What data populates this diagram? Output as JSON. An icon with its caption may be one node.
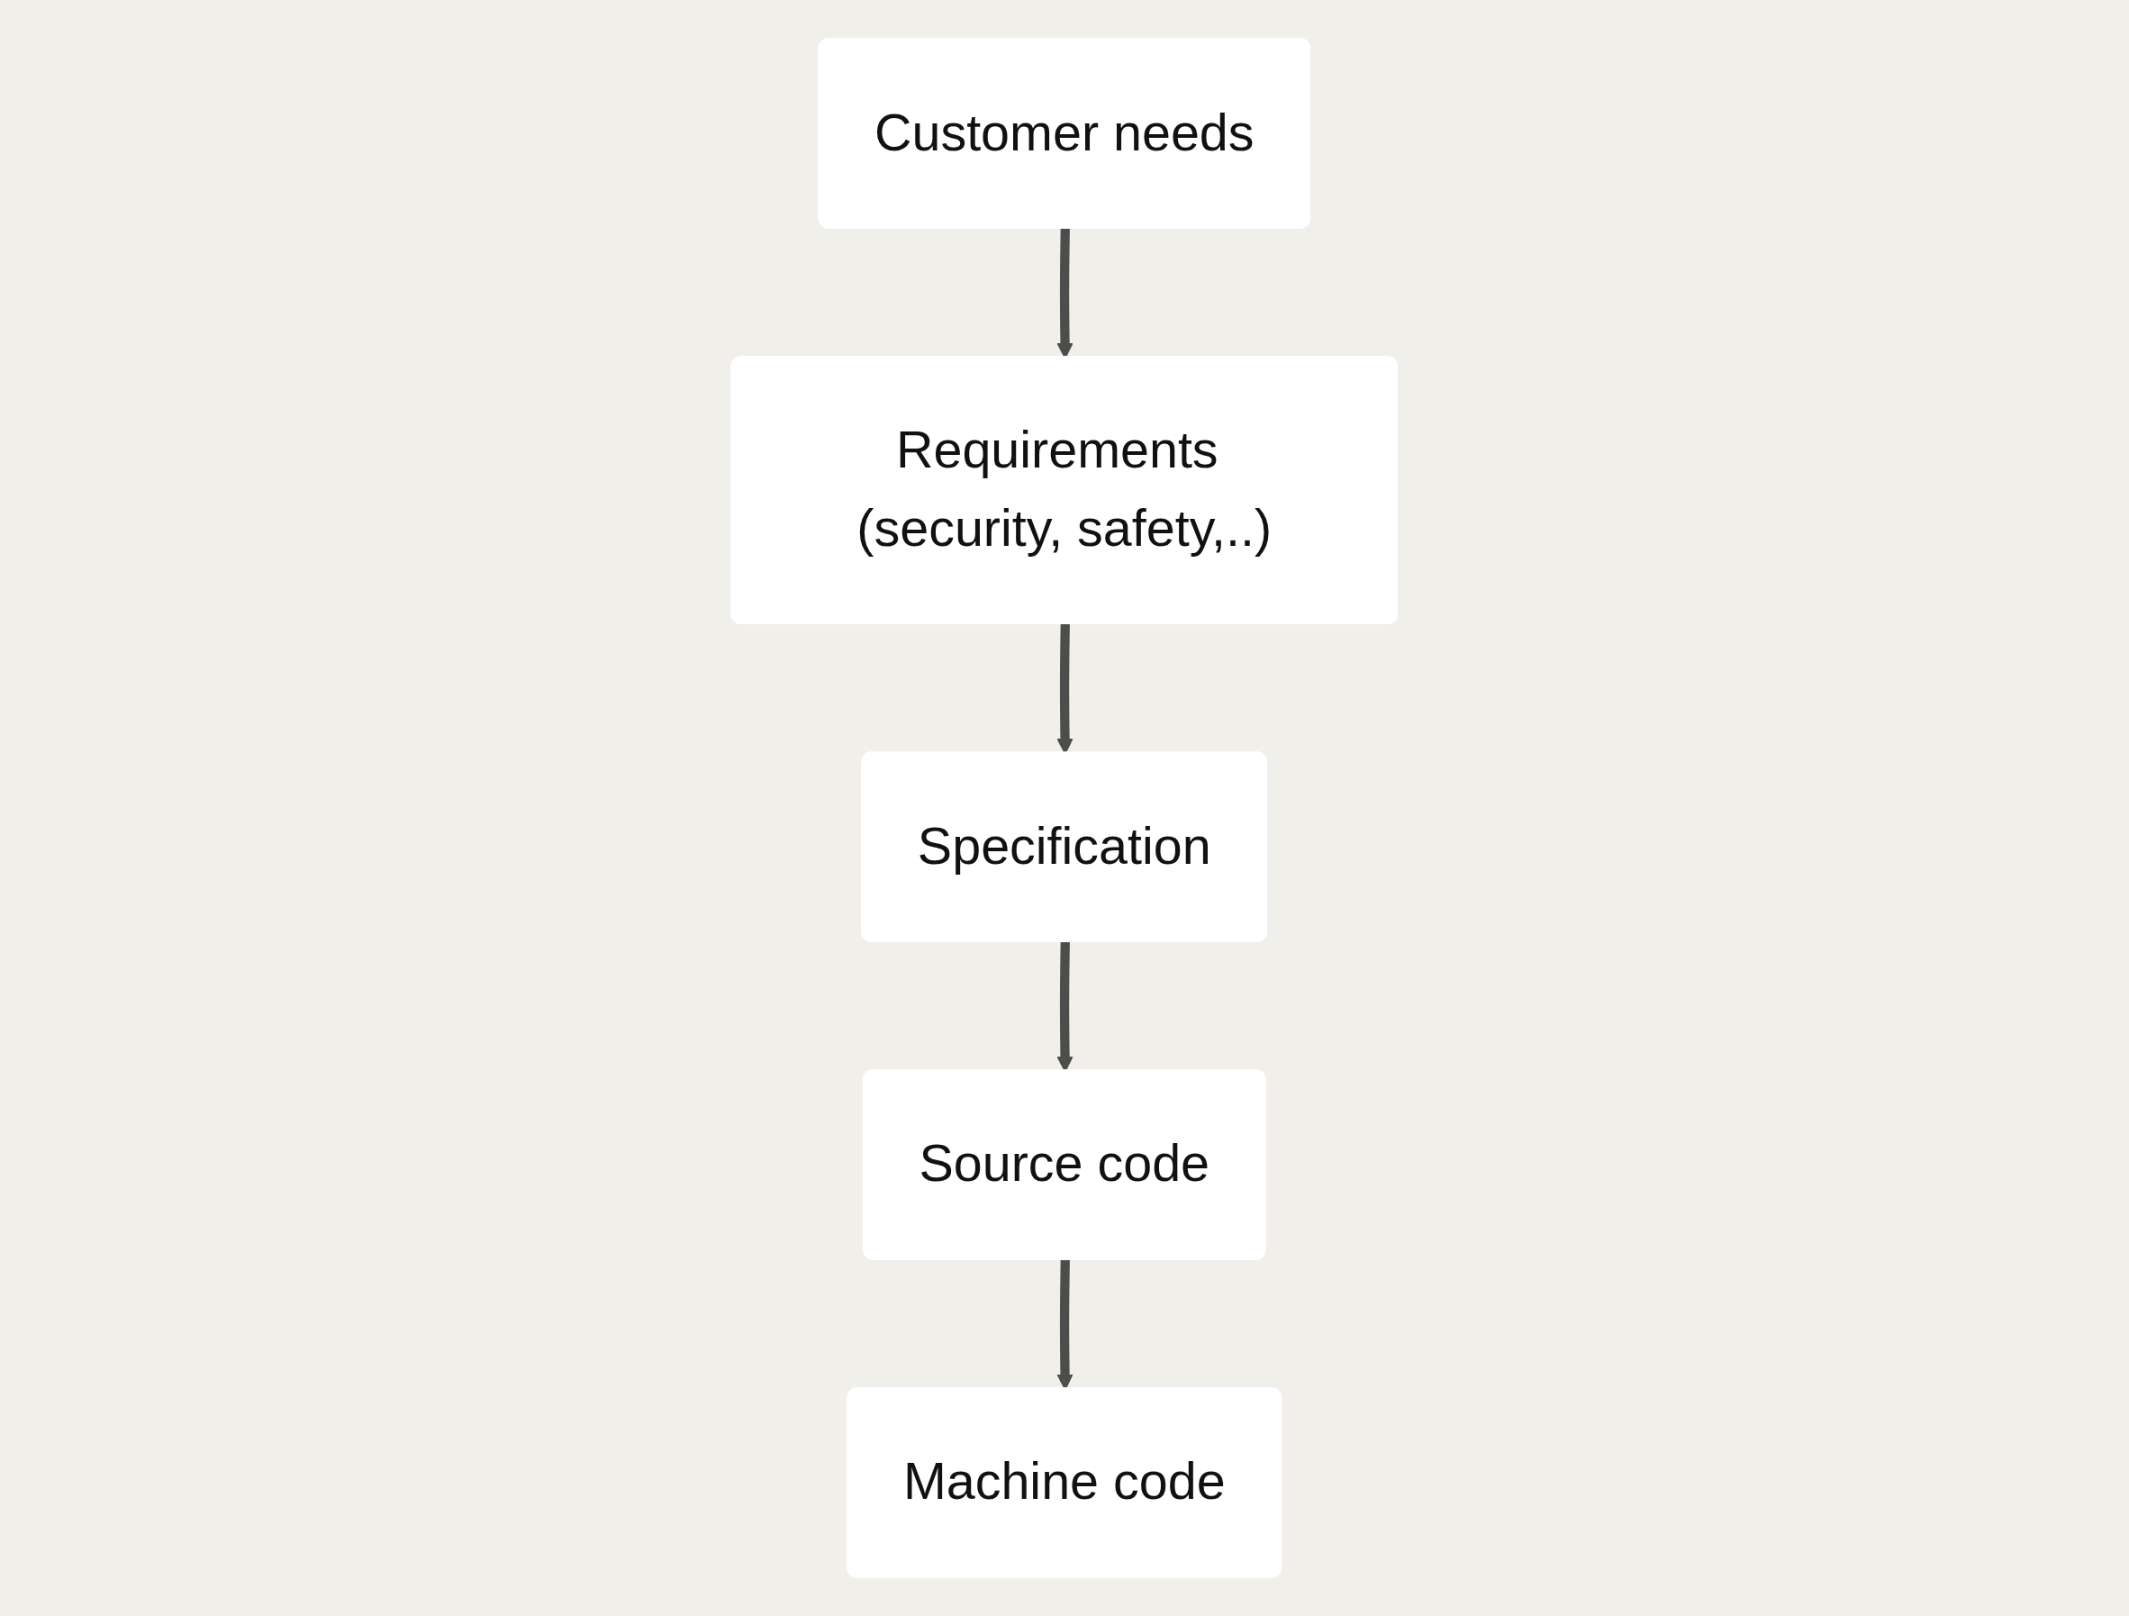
{
  "diagram": {
    "nodes": [
      {
        "text": [
          "Customer needs"
        ]
      },
      {
        "text": [
          "Requirements (security, safety,..)"
        ]
      },
      {
        "text": [
          "Specification"
        ]
      },
      {
        "text": [
          "Source code"
        ]
      },
      {
        "text": [
          "Machine code"
        ]
      }
    ],
    "edges": [
      {
        "from": 0,
        "to": 1,
        "arrow": "to"
      },
      {
        "from": 1,
        "to": 2,
        "arrow": "to"
      },
      {
        "from": 2,
        "to": 3,
        "arrow": "to"
      },
      {
        "from": 3,
        "to": 4,
        "arrow": "to"
      }
    ]
  }
}
